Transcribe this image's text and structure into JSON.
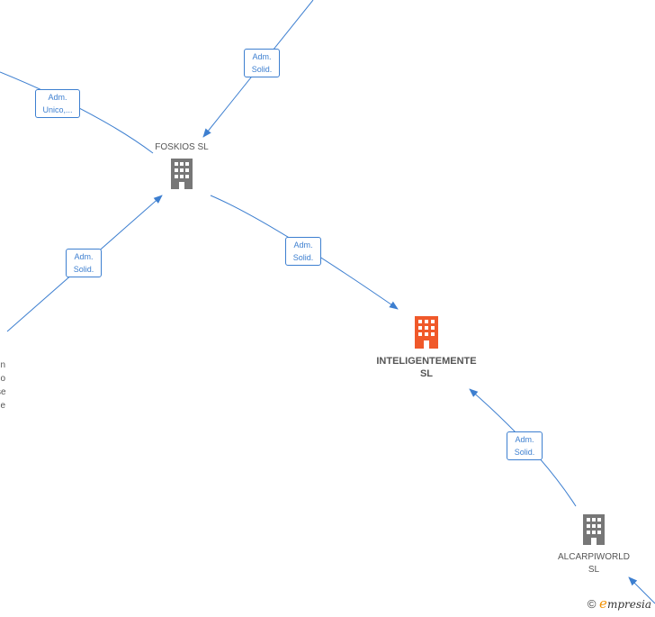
{
  "colors": {
    "edge": "#3d7fd0",
    "focus_node": "#f0592a",
    "node": "#777777"
  },
  "nodes": {
    "foskios": {
      "label": "FOSKIOS  SL",
      "icon": "building-icon"
    },
    "inteligentemente": {
      "label": "INTELIGENTEMENTE SL",
      "label_line1": "INTELIGENTEMENTE",
      "label_line2": "SL",
      "icon": "building-icon"
    },
    "alcarpiworld": {
      "label": "ALCARPIWORLD SL",
      "label_line1": "ALCARPIWORLD",
      "label_line2": "SL",
      "icon": "building-icon"
    }
  },
  "edges": [
    {
      "id": "top",
      "line1": "Adm.",
      "line2": "Solid."
    },
    {
      "id": "left-top",
      "line1": "Adm.",
      "line2": "Unico,..."
    },
    {
      "id": "left-bottom",
      "line1": "Adm.",
      "line2": "Solid."
    },
    {
      "id": "center",
      "line1": "Adm.",
      "line2": "Solid."
    },
    {
      "id": "right",
      "line1": "Adm.",
      "line2": "Solid."
    }
  ],
  "cut_text": [
    "n",
    "o",
    "se",
    "e"
  ],
  "footer": {
    "copyright": "©",
    "brand_initial": "e",
    "brand_rest": "mpresia"
  }
}
